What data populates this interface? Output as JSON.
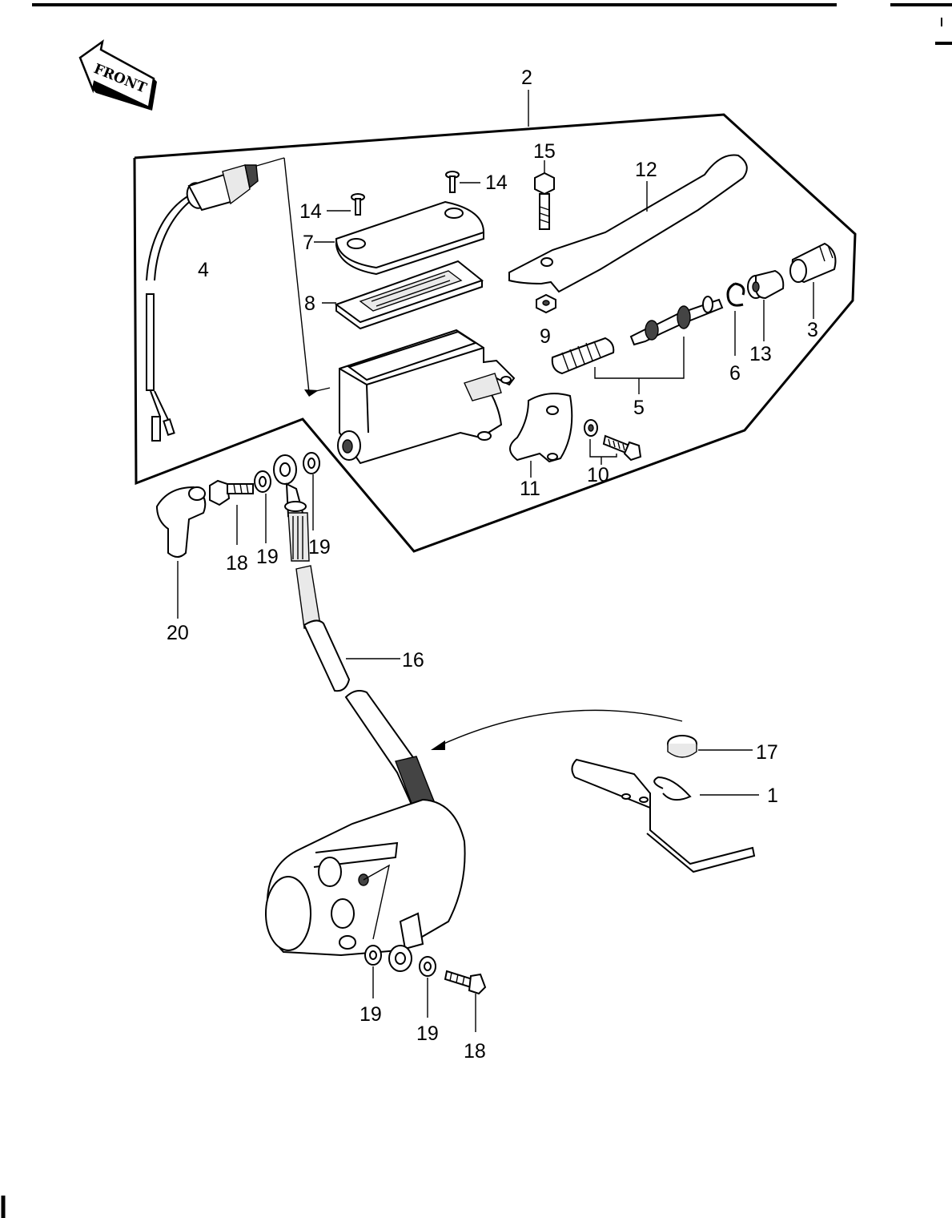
{
  "front_label": "FRONT",
  "callouts": {
    "c1": "1",
    "c2": "2",
    "c3": "3",
    "c4": "4",
    "c5": "5",
    "c6": "6",
    "c7": "7",
    "c8": "8",
    "c9": "9",
    "c10": "10",
    "c11": "11",
    "c12": "12",
    "c13": "13",
    "c14a": "14",
    "c14b": "14",
    "c15": "15",
    "c16": "16",
    "c17": "17",
    "c18a": "18",
    "c18b": "18",
    "c19a": "19",
    "c19b": "19",
    "c19c": "19",
    "c19d": "19",
    "c20": "20"
  }
}
